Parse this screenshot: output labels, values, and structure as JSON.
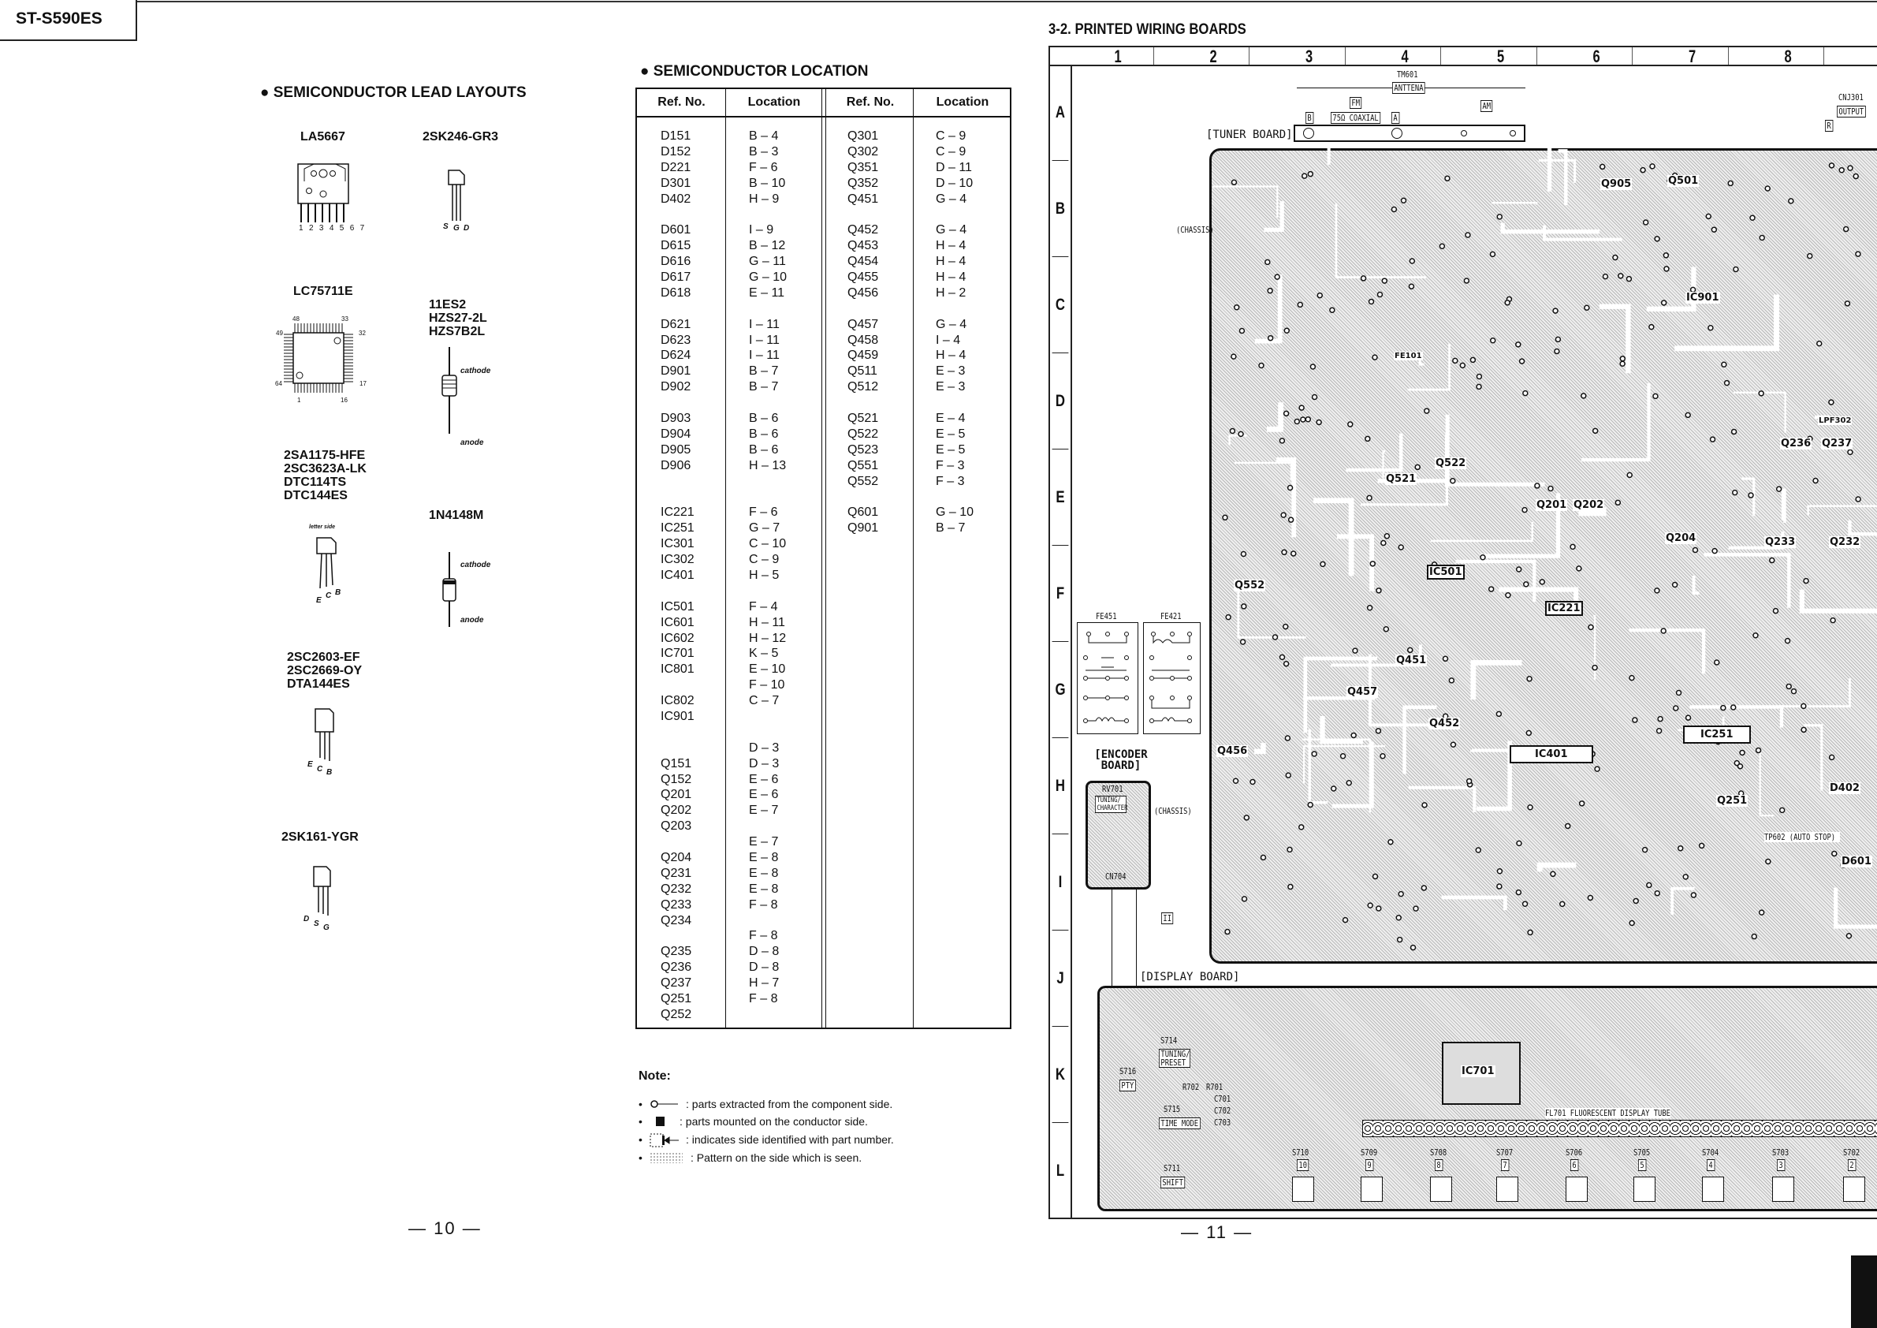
{
  "header": {
    "model": "ST-S590ES"
  },
  "lead_layouts": {
    "title": "● SEMICONDUCTOR LEAD LAYOUTS",
    "parts": {
      "la5667": "LA5667",
      "sk246": "2SK246-GR3",
      "lc75711e": "LC75711E",
      "diodes_zener": "11ES2\nHZS27-2L\nHZS7B2L",
      "transistors_a": "2SA1175-HFE\n2SC3623A-LK\nDTC114TS\nDTC144ES",
      "n4148": "1N4148M",
      "transistors_b": "2SC2603-EF\n2SC2669-OY\nDTA144ES",
      "sk161": "2SK161-YGR"
    },
    "pins": {
      "la5667": "1 2 3 4 5 6 7",
      "sgd": [
        "S",
        "G",
        "D"
      ],
      "ecb": [
        "E",
        "C",
        "B"
      ],
      "dsg": [
        "D",
        "S",
        "G"
      ],
      "cathode": "cathode",
      "anode": "anode",
      "letter_side": "letter side",
      "qfp": {
        "p48": "48",
        "p33": "33",
        "p49": "49",
        "p32": "32",
        "p64": "64",
        "p17": "17",
        "p1": "1",
        "p16": "16"
      }
    }
  },
  "location": {
    "title": "● SEMICONDUCTOR LOCATION",
    "headers": [
      "Ref. No.",
      "Location",
      "Ref. No.",
      "Location"
    ],
    "left_refs": [
      "D151",
      "D152",
      "D221",
      "D301",
      "D402",
      "",
      "D601",
      "D615",
      "D616",
      "D617",
      "D618",
      "",
      "D621",
      "D623",
      "D624",
      "D901",
      "D902",
      "",
      "D903",
      "D904",
      "D905",
      "D906",
      "",
      "",
      "IC221",
      "IC251",
      "IC301",
      "IC302",
      "IC401",
      "",
      "IC501",
      "IC601",
      "IC602",
      "IC701",
      "IC801",
      "",
      "IC802",
      "IC901",
      "",
      "",
      "Q151",
      "Q152",
      "Q201",
      "Q202",
      "Q203",
      "",
      "Q204",
      "Q231",
      "Q232",
      "Q233",
      "Q234",
      "",
      "Q235",
      "Q236",
      "Q237",
      "Q251",
      "Q252"
    ],
    "left_locs": [
      "B – 4",
      "B – 3",
      "F – 6",
      "B – 10",
      "H – 9",
      "",
      "I – 9",
      "B – 12",
      "G – 11",
      "G – 10",
      "E – 11",
      "",
      "I – 11",
      "I – 11",
      "I – 11",
      "B – 7",
      "B – 7",
      "",
      "B – 6",
      "B – 6",
      "B – 6",
      "H – 13",
      "",
      "",
      "F – 6",
      "G – 7",
      "C – 10",
      "C – 9",
      "H – 5",
      "",
      "F – 4",
      "H – 11",
      "H – 12",
      "K – 5",
      "E – 10",
      "F – 10",
      "C – 7",
      "",
      "",
      "D – 3",
      "D – 3",
      "E – 6",
      "E – 6",
      "E – 7",
      "",
      "E – 7",
      "E – 8",
      "E – 8",
      "E – 8",
      "F – 8",
      "",
      "F – 8",
      "D – 8",
      "D – 8",
      "H – 7",
      "F – 8",
      ""
    ],
    "right_refs": [
      "Q301",
      "Q302",
      "Q351",
      "Q352",
      "Q451",
      "",
      "Q452",
      "Q453",
      "Q454",
      "Q455",
      "Q456",
      "",
      "Q457",
      "Q458",
      "Q459",
      "Q511",
      "Q512",
      "",
      "Q521",
      "Q522",
      "Q523",
      "Q551",
      "Q552",
      "",
      "Q601",
      "Q901"
    ],
    "right_locs": [
      "C – 9",
      "C – 9",
      "D – 11",
      "D – 10",
      "G – 4",
      "",
      "G – 4",
      "H – 4",
      "H – 4",
      "H – 4",
      "H – 2",
      "",
      "G – 4",
      "I – 4",
      "H – 4",
      "E – 3",
      "E – 3",
      "",
      "E – 4",
      "E – 5",
      "E – 5",
      "F – 3",
      "F – 3",
      "",
      "G – 10",
      "B – 7"
    ]
  },
  "note": {
    "title": "Note:",
    "items": [
      ": parts extracted from the component side.",
      ": parts mounted on the conductor side.",
      ": indicates side identified with part number.",
      ": Pattern on the side which is seen."
    ]
  },
  "page_numbers": {
    "left": "— 10 —",
    "right": "— 11 —"
  },
  "pcb": {
    "title": "3-2. PRINTED WIRING BOARDS",
    "columns": [
      "1",
      "2",
      "3",
      "4",
      "5",
      "6",
      "7",
      "8"
    ],
    "rows": [
      "A",
      "B",
      "C",
      "D",
      "E",
      "F",
      "G",
      "H",
      "I",
      "J",
      "K",
      "L"
    ],
    "labels": {
      "tm601": "TM601",
      "antenna": "ANTTENA",
      "fm": "FM",
      "b": "B",
      "coaxial": "75Ω COAXIAL",
      "a": "A",
      "am": "AM",
      "cnj301": "CNJ301",
      "output": "OUTPUT",
      "r": "R",
      "tuner_board": "[TUNER BOARD]",
      "chassis_1": "(CHASSIS)",
      "fe451": "FE451",
      "fe421": "FE421",
      "encoder_board": "[ENCODER BOARD]",
      "rv701": "RV701",
      "tuning_character": "TUNING/ CHARACTER",
      "chassis_2": "(CHASSIS)",
      "cn704": "CN704",
      "ii": "II",
      "display_board": "[DISPLAY BOARD]",
      "ic701": "IC701",
      "fl701": "FL701 FLUORESCENT DISPLAY TUBE",
      "s714": "S714",
      "tuning_preset": "TUNING/ PRESET",
      "s716": "S716",
      "pty": "PTY",
      "s715": "S715",
      "time_mode": "TIME MODE",
      "s711": "S711",
      "shift": "SHIFT",
      "r702": "R702",
      "r701": "R701",
      "c701": "C701",
      "c702": "C702",
      "c703": "C703",
      "ic901": "IC901",
      "ic501": "IC501",
      "ic221": "IC221",
      "ic401": "IC401",
      "ic251": "IC251",
      "fe101": "FE101",
      "lpf302": "LPF302",
      "q905": "Q905",
      "q501": "Q501",
      "q451": "Q451",
      "q457": "Q457",
      "q452": "Q452",
      "q521": "Q521",
      "q522": "Q522",
      "q551": "Q552",
      "q456": "Q456",
      "q201": "Q201",
      "q202": "Q202",
      "q204": "Q204",
      "q233": "Q233",
      "q232": "Q232",
      "q237": "Q237",
      "q236": "Q236",
      "q251": "Q251",
      "d402": "D402",
      "d601": "D601",
      "tp602": "TP602 (AUTO STOP)"
    },
    "switches": [
      {
        "ref": "S710",
        "num": "10"
      },
      {
        "ref": "S709",
        "num": "9"
      },
      {
        "ref": "S708",
        "num": "8"
      },
      {
        "ref": "S707",
        "num": "7"
      },
      {
        "ref": "S706",
        "num": "6"
      },
      {
        "ref": "S705",
        "num": "5"
      },
      {
        "ref": "S704",
        "num": "4"
      },
      {
        "ref": "S703",
        "num": "3"
      },
      {
        "ref": "S702",
        "num": "2"
      }
    ]
  }
}
